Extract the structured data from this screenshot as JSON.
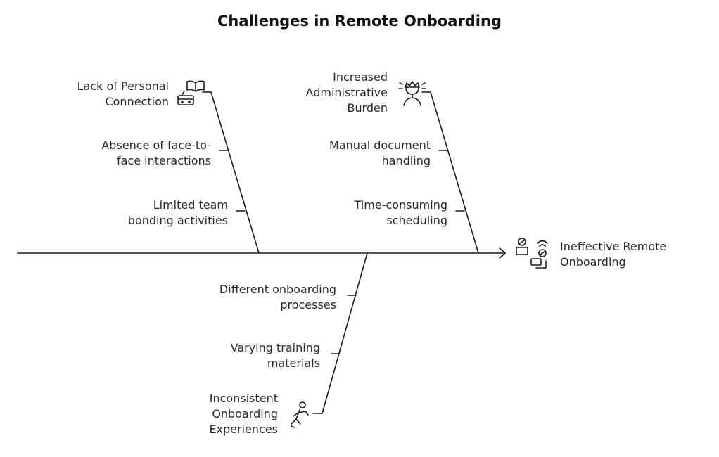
{
  "title": "Challenges in Remote Onboarding",
  "effect": {
    "lines": [
      "Ineffective Remote",
      "Onboarding"
    ],
    "icon": "remote-workers-icon"
  },
  "categories": [
    {
      "lines": [
        "Lack of Personal",
        "Connection"
      ],
      "icon": "book-and-device-icon",
      "causes": [
        [
          "Absence of face-to-",
          "face interactions"
        ],
        [
          "Limited team",
          "bonding activities"
        ]
      ]
    },
    {
      "lines": [
        "Increased",
        "Administrative",
        "Burden"
      ],
      "icon": "stressed-person-icon",
      "causes": [
        [
          "Manual document",
          "handling"
        ],
        [
          "Time-consuming",
          "scheduling"
        ]
      ]
    },
    {
      "lines": [
        "Inconsistent",
        "Onboarding",
        "Experiences"
      ],
      "icon": "running-person-icon",
      "causes": [
        [
          "Different onboarding",
          "processes"
        ],
        [
          "Varying training",
          "materials"
        ]
      ]
    }
  ],
  "colors": {
    "line": "#1a1a1a",
    "text": "#2a2a2a"
  }
}
